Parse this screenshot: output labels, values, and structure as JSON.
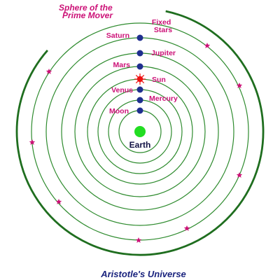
{
  "title": "Aristotle's Universe",
  "prime_mover_label": [
    "Sphere of the",
    "Prime Mover"
  ],
  "earth": {
    "label": "Earth"
  },
  "spheres": [
    {
      "name": "Moon"
    },
    {
      "name": "Mercury"
    },
    {
      "name": "Venus"
    },
    {
      "name": "Sun"
    },
    {
      "name": "Mars"
    },
    {
      "name": "Jupiter"
    },
    {
      "name": "Saturn"
    },
    {
      "name": "Fixed Stars",
      "lines": [
        "Fixed",
        "Stars"
      ]
    }
  ],
  "colors": {
    "orbit": "#2e8b2e",
    "prime_mover_arc": "#1f6e1f",
    "planet": "#1f2f8f",
    "sun": "#ee1111",
    "earth": "#22dd22",
    "label": "#cc1177",
    "earth_label": "#111144",
    "star": "#cc1177",
    "title": "#1a237e"
  }
}
